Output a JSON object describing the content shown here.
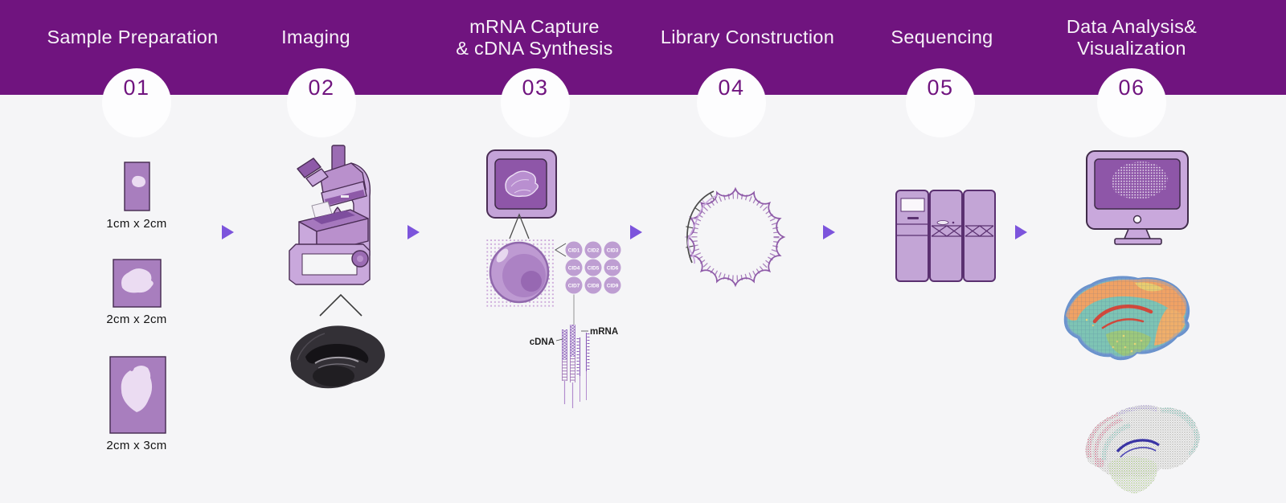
{
  "header": {
    "steps": [
      {
        "number": "01",
        "lines": [
          "Sample Preparation",
          ""
        ]
      },
      {
        "number": "02",
        "lines": [
          "Imaging",
          ""
        ]
      },
      {
        "number": "03",
        "lines": [
          "mRNA Capture",
          "& cDNA Synthesis"
        ]
      },
      {
        "number": "04",
        "lines": [
          "Library Construction",
          ""
        ]
      },
      {
        "number": "05",
        "lines": [
          "Sequencing",
          ""
        ]
      },
      {
        "number": "06",
        "lines": [
          "Data Analysis&",
          "Visualization"
        ]
      }
    ]
  },
  "sample_preparation": {
    "sizes": [
      "1cm x 2cm",
      "2cm x 2cm",
      "2cm x 3cm"
    ]
  },
  "mrna_capture": {
    "cids": [
      "CID1",
      "CID2",
      "CID3",
      "CID4",
      "CID5",
      "CID6",
      "CID7",
      "CID8",
      "CID9"
    ],
    "cdna_label": "cDNA",
    "mrna_label": "mRNA"
  },
  "colors": {
    "header_band": "#70147F",
    "background": "#F5F5F7",
    "arrow": "#7C54DC",
    "step_number": "#70147F",
    "illustration_light": "#C9A8DC",
    "illustration_mid": "#BE9AD4",
    "illustration_deep": "#8E56A8",
    "outline": "#4A2D55",
    "heatmap_palette": [
      "#6A92CC",
      "#7EC4B4",
      "#F0A264",
      "#E8D070",
      "#D64838",
      "#9CC87C"
    ]
  }
}
